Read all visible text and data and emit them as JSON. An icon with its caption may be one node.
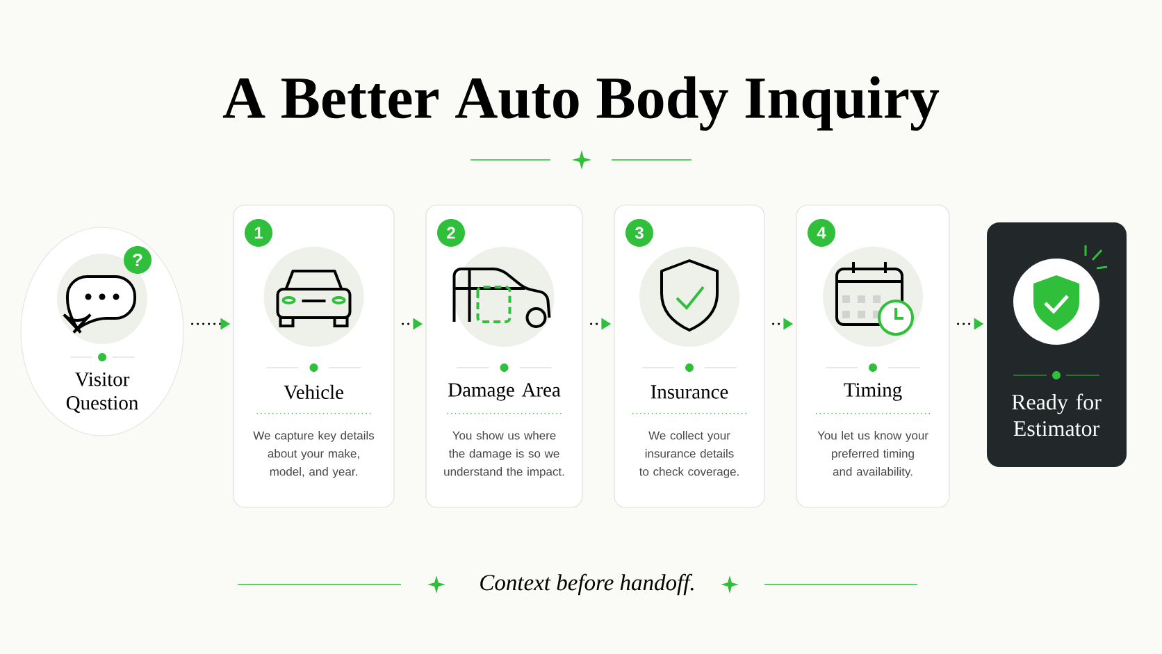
{
  "diagram": {
    "title": "A Better Auto Body Inquiry",
    "caption": "Context before handoff.",
    "nodes": [
      {
        "text": [
          "Visitor Question"
        ]
      },
      {
        "text": [
          "1",
          "Vehicle",
          "We capture key details about your make, model, and year."
        ]
      },
      {
        "text": [
          "2",
          "Damage Area",
          "You show us where the damage is so we understand the impact."
        ]
      },
      {
        "text": [
          "3",
          "Insurance",
          "We collect your insurance details to check coverage."
        ]
      },
      {
        "text": [
          "4",
          "Timing",
          "You let us know your preferred timing and availability."
        ]
      },
      {
        "text": [
          "Ready for Estimator"
        ]
      }
    ],
    "edges": [
      {
        "from": 0,
        "to": 1,
        "arrow": "to"
      },
      {
        "from": 1,
        "to": 2,
        "arrow": "to"
      },
      {
        "from": 2,
        "to": 3,
        "arrow": "to"
      },
      {
        "from": 3,
        "to": 4,
        "arrow": "to"
      },
      {
        "from": 4,
        "to": 5,
        "arrow": "to"
      }
    ],
    "labels": [
      "?"
    ]
  }
}
